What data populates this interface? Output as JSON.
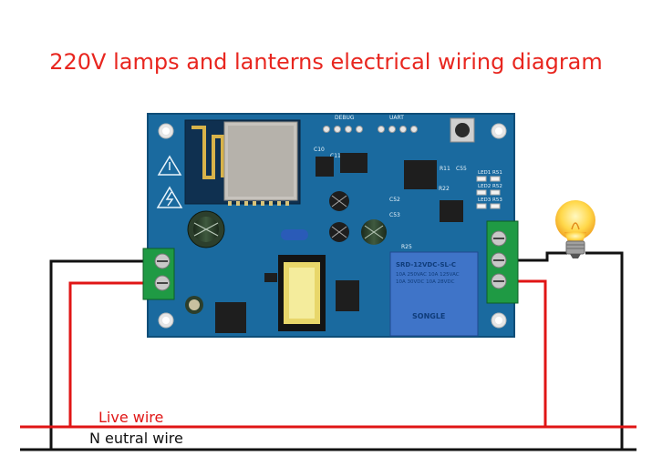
{
  "title": "220V lamps and lanterns electrical wiring diagram",
  "wires": {
    "live_label": "Live wire",
    "neutral_label": "N eutral wire",
    "live_color": "#e01515",
    "neutral_color": "#111111"
  },
  "board": {
    "color": "#1a6a9f",
    "labels": {
      "debug": "DEBUG",
      "uart": "UART",
      "c10": "C10",
      "c11": "C11",
      "r11": "R11",
      "c55": "C55",
      "c52": "C52",
      "c53": "C53",
      "r22": "R22",
      "r25": "R25",
      "led1": "LED1 R51",
      "led2": "LED2 R52",
      "led3": "LED3 R53"
    },
    "relay": {
      "brand": "SONGLE",
      "model": "SRD-12VDC-SL-C",
      "rating1": "10A 250VAC 10A 125VAC",
      "rating2": "10A 30VDC 10A 28VDC"
    }
  },
  "lamp": {
    "icon": "light-bulb-icon"
  }
}
